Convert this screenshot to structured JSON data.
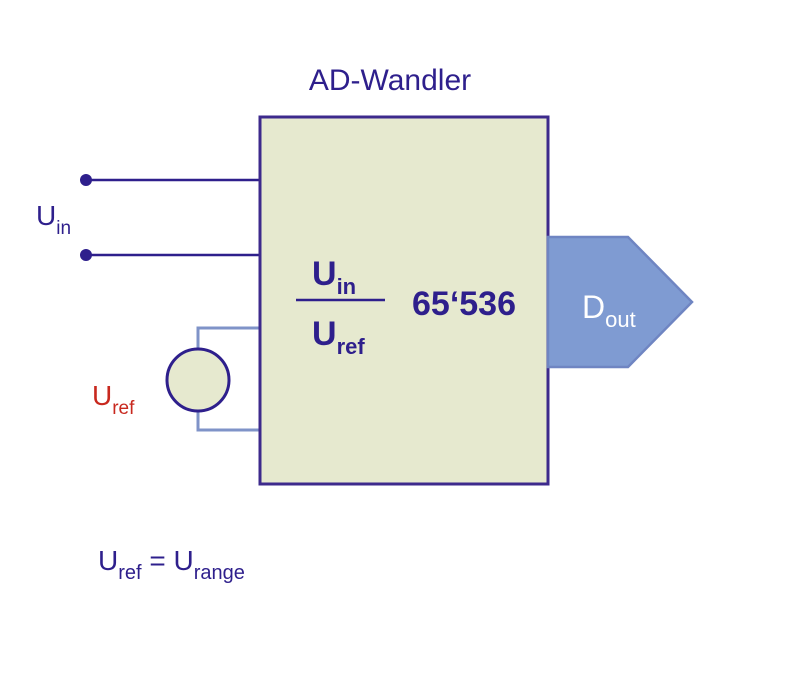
{
  "title": "AD-Wandler",
  "input": {
    "main": "U",
    "sub": "in"
  },
  "reference": {
    "main": "U",
    "sub": "ref"
  },
  "ratio": {
    "numerator_main": "U",
    "numerator_sub": "in",
    "denominator_main": "U",
    "denominator_sub": "ref"
  },
  "resolution": "65‘536",
  "output": {
    "main": "D",
    "sub": "out"
  },
  "equation": {
    "lhs_main": "U",
    "lhs_sub": "ref",
    "operator": " = ",
    "rhs_main": "U",
    "rhs_sub": "range"
  },
  "colors": {
    "box_fill": "#e6e9cf",
    "box_stroke": "#3d2a8c",
    "wire_dark": "#2e1f8c",
    "wire_light": "#7f93c8",
    "output_fill": "#7f9bd2",
    "output_stroke": "#6f85c2",
    "text_main": "#2e1f8c",
    "text_ref": "#c8281e"
  }
}
